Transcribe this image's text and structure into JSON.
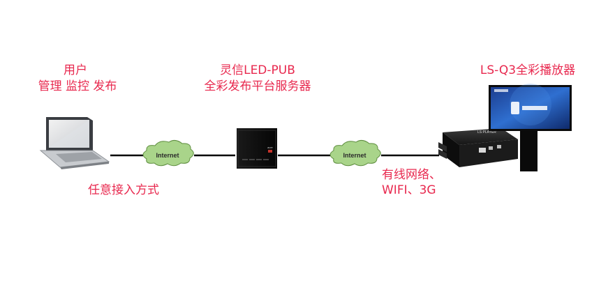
{
  "colors": {
    "label": "#e8284e",
    "cloud_fill": "#a9d48a",
    "cloud_stroke": "#5e8d3f",
    "link": "#000000"
  },
  "nodes": {
    "user": {
      "title": "用户",
      "subtitle": "管理 监控 发布",
      "icon": "laptop-icon"
    },
    "server": {
      "title": "灵信LED-PUB",
      "subtitle": "全彩发布平台服务器",
      "icon": "server-icon"
    },
    "player": {
      "title": "LS-Q3全彩播放器",
      "icon": "player-box-icon",
      "display_icon": "led-display-icon"
    }
  },
  "links": {
    "left": {
      "cloud_label": "Internet",
      "caption": "任意接入方式"
    },
    "right": {
      "cloud_label": "Internet",
      "caption_line1": "有线网络、",
      "caption_line2": "WIFI、3G"
    }
  }
}
